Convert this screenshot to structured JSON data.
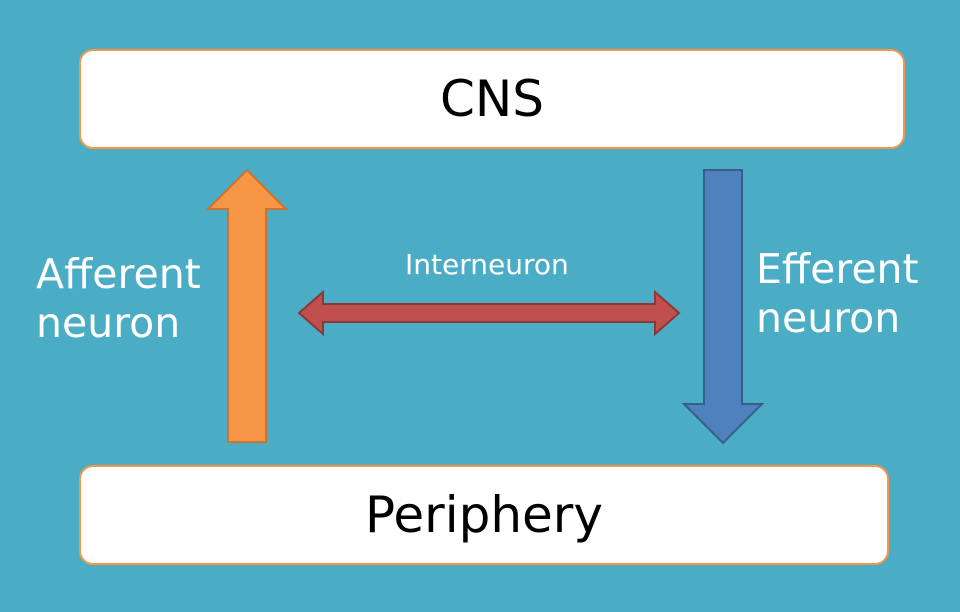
{
  "cns": {
    "label": "CNS"
  },
  "periphery": {
    "label": "Periphery"
  },
  "afferent": {
    "line1": "Afferent",
    "line2": "neuron"
  },
  "efferent": {
    "line1": "Efferent",
    "line2": "neuron"
  },
  "interneuron": {
    "label": "Interneuron"
  },
  "colors": {
    "background": "#4bacc6",
    "box_fill": "#ffffff",
    "box_border": "#f79646",
    "afferent_arrow": "#f79646",
    "efferent_arrow": "#4f81bd",
    "interneuron_arrow": "#c0504d"
  }
}
